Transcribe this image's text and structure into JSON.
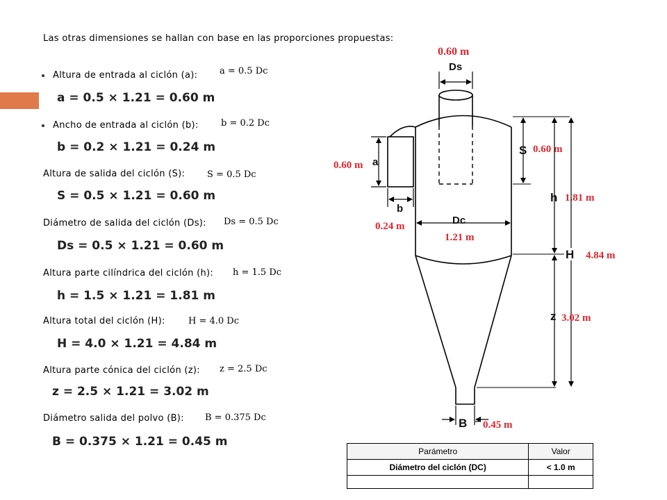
{
  "intro": "Las otras dimensiones se hallan con base en las proporciones propuestas:",
  "items": [
    {
      "label": "Altura de entrada al ciclón (a):",
      "ratio": "a = 0.5 Dc",
      "equation": "a = 0.5 × 1.21 = 0.60 m"
    },
    {
      "label": "Ancho de entrada al ciclón (b):",
      "ratio": "b = 0.2 Dc",
      "equation": "b = 0.2 × 1.21 = 0.24 m"
    },
    {
      "label": "Altura de salida del ciclón (S):",
      "ratio": "S = 0.5 Dc",
      "equation": "S = 0.5 × 1.21 = 0.60 m"
    },
    {
      "label": "Diámetro de salida del ciclón (Ds):",
      "ratio": "Ds = 0.5 Dc",
      "equation": "Ds = 0.5 × 1.21 = 0.60 m"
    },
    {
      "label": "Altura parte cilíndrica del ciclón (h):",
      "ratio": "h = 1.5 Dc",
      "equation": "h = 1.5 × 1.21 = 1.81 m"
    },
    {
      "label": "Altura total del ciclón (H):",
      "ratio": "H = 4.0 Dc",
      "equation": "H = 4.0 × 1.21 = 4.84 m"
    },
    {
      "label": "Altura parte cónica del ciclón (z):",
      "ratio": "z = 2.5 Dc",
      "equation": "z = 2.5 × 1.21 = 3.02 m"
    },
    {
      "label": "Diámetro salida del polvo (B):",
      "ratio": "B = 0.375 Dc",
      "equation": "B = 0.375 × 1.21 = 0.45 m"
    }
  ],
  "diagram": {
    "labels": {
      "Ds": "Ds",
      "a": "a",
      "b": "b",
      "S": "S",
      "h": "h",
      "H": "H",
      "Dc": "Dc",
      "z": "z",
      "B": "B"
    },
    "values": {
      "Ds": "0.60 m",
      "a": "0.60 m",
      "b": "0.24 m",
      "S": "0.60 m",
      "h": "1.81 m",
      "H": "4.84 m",
      "Dc": "1.21 m",
      "z": "3.02 m",
      "B": "0.45 m"
    }
  },
  "table": {
    "headers": [
      "Parámetro",
      "Valor"
    ],
    "rows": [
      [
        "Diámetro del ciclón (DC)",
        "< 1.0 m"
      ]
    ]
  },
  "colors": {
    "accent": "#e07a4a",
    "dimension_red": "#e0262f"
  }
}
